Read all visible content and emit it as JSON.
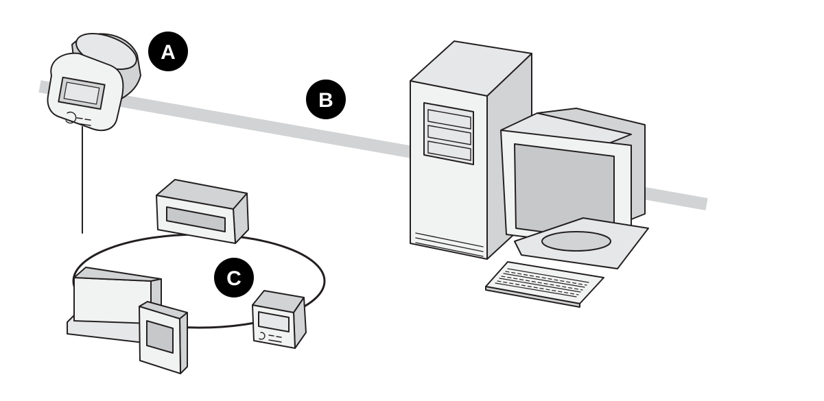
{
  "callouts": [
    {
      "id": "A",
      "label": "A"
    },
    {
      "id": "B",
      "label": "B"
    },
    {
      "id": "C",
      "label": "C"
    }
  ],
  "colors": {
    "line": "#231f20",
    "device_fill": "#e6e7e8",
    "device_shade": "#d1d3d4",
    "screen": "#c7c8ca",
    "bus": "#d1d3d4",
    "callout_bg": "#000000",
    "callout_text": "#ffffff"
  },
  "icons": [
    "meter-icon",
    "computer-tower-icon",
    "monitor-icon",
    "keyboard-icon",
    "panel-display-icon",
    "controller-icon",
    "room-unit-icon",
    "square-meter-icon"
  ]
}
